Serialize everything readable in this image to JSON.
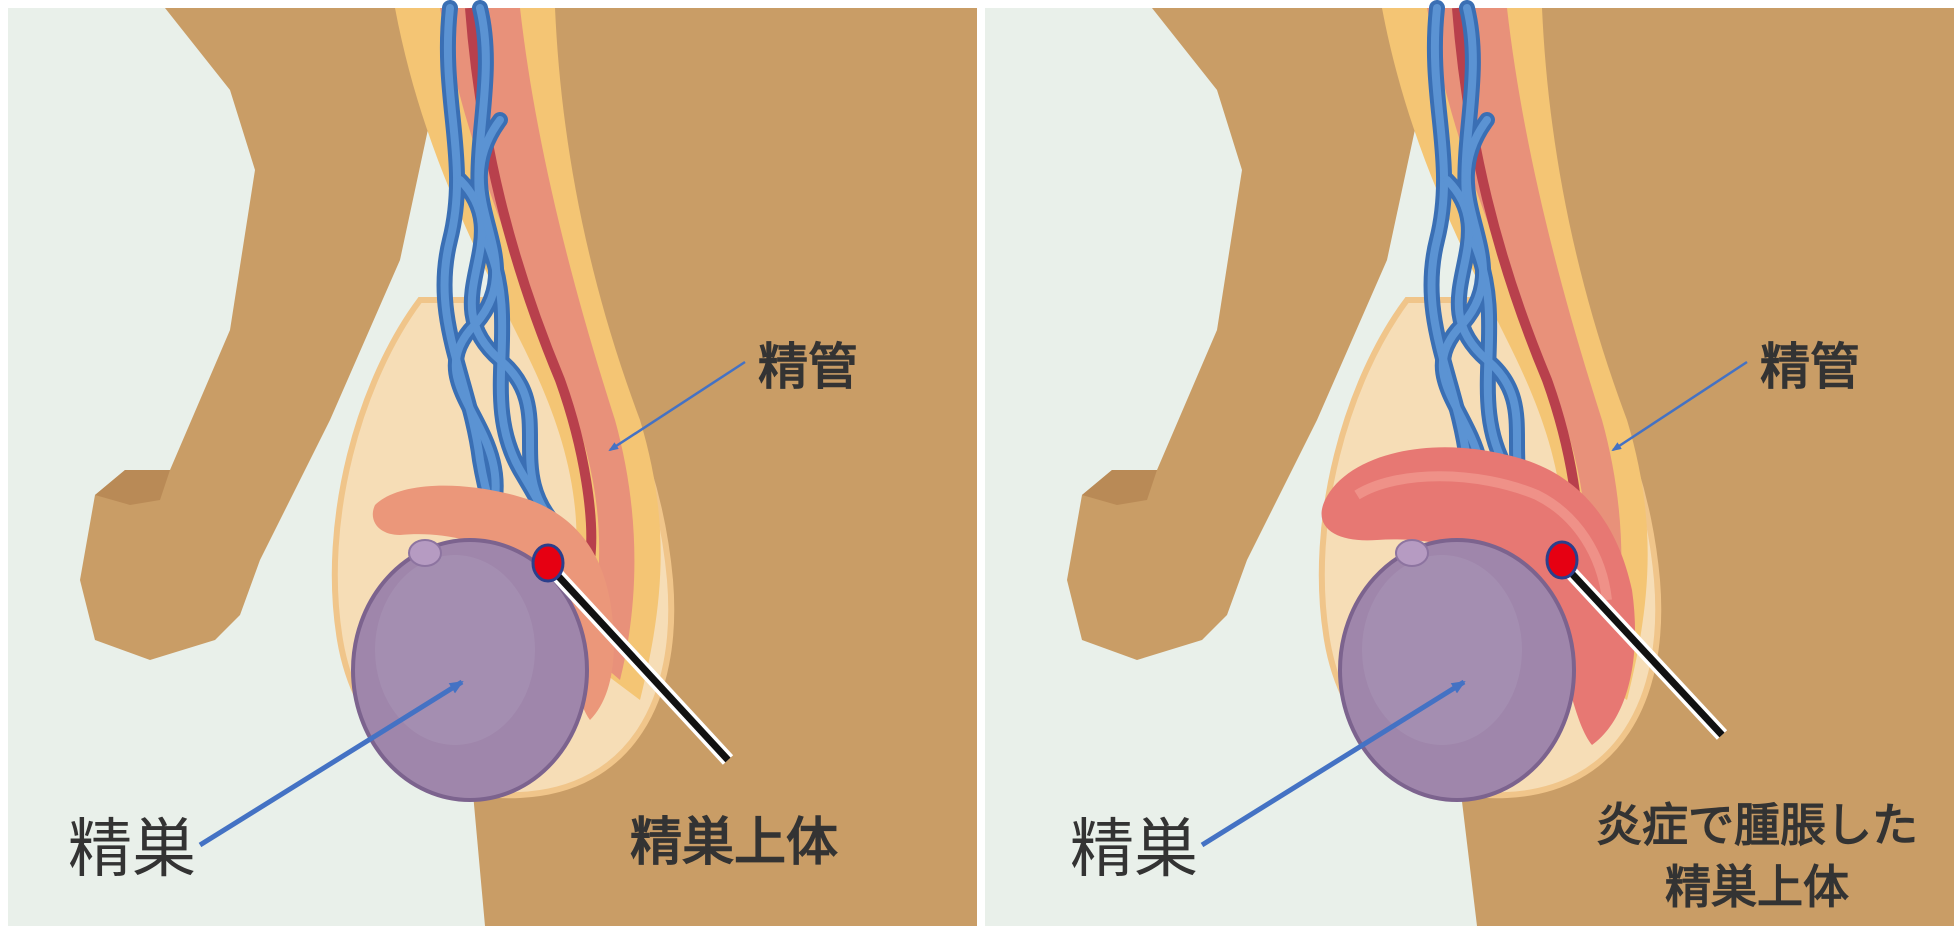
{
  "panels": [
    {
      "labels": {
        "vas_deferens": "精管",
        "testis": "精巣",
        "epididymis": "精巣上体"
      }
    },
    {
      "labels": {
        "vas_deferens": "精管",
        "testis": "精巣",
        "epididymis_line1": "炎症で腫脹した",
        "epididymis_line2": "精巣上体"
      }
    }
  ],
  "colors": {
    "background": "#e9f0ea",
    "skin": "#c99d66",
    "skin_shadow": "#b98a56",
    "scrotum_inner": "#f6ddb6",
    "cord_yellow": "#f4c574",
    "cord_orange": "#e8917a",
    "vein_blue": "#4f86c8",
    "artery_red": "#b8404c",
    "testis_purple": "#9f86ab",
    "testis_edge": "#7c638e",
    "epididymis_normal": "#eb977a",
    "epididymis_swollen": "#e77873",
    "needle_tip": "#e60012",
    "arrow_blue": "#4472c4",
    "text": "#333333"
  }
}
